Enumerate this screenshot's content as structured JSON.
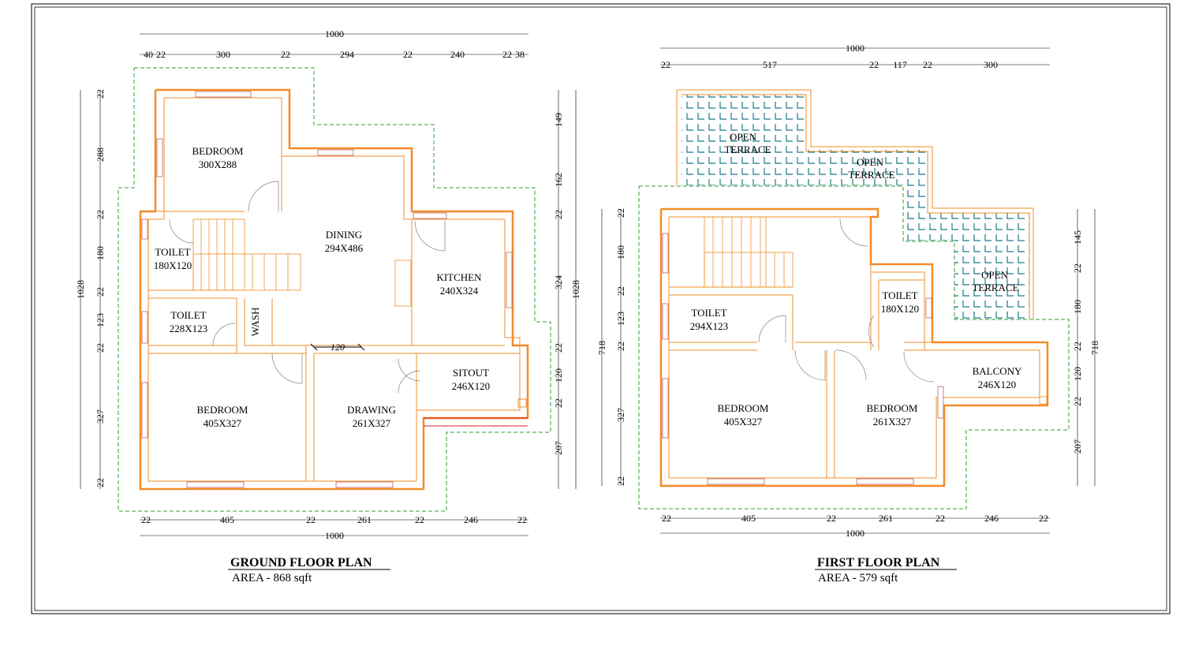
{
  "colors": {
    "wall": "#f28c28",
    "dim": "#000000",
    "plot": "#2e9e2e",
    "tile": "#1a7a8a",
    "red": "#d02020"
  },
  "ground": {
    "title": "GROUND FLOOR PLAN",
    "area": "AREA - 868 sqft",
    "rooms": {
      "bedroom_top": {
        "name": "BEDROOM",
        "size": "300X288"
      },
      "dining": {
        "name": "DINING",
        "size": "294X486"
      },
      "toilet1": {
        "name": "TOILET",
        "size": "180X120"
      },
      "toilet2": {
        "name": "TOILET",
        "size": "228X123"
      },
      "wash": {
        "name": "WASH"
      },
      "kitchen": {
        "name": "KITCHEN",
        "size": "240X324"
      },
      "sitout": {
        "name": "SITOUT",
        "size": "246X120"
      },
      "bedroom_bottom": {
        "name": "BEDROOM",
        "size": "405X327"
      },
      "drawing": {
        "name": "DRAWING",
        "size": "261X327"
      }
    },
    "passage": "120",
    "dims": {
      "top_total": "1000",
      "top": [
        "40",
        "22",
        "300",
        "22",
        "294",
        "22",
        "240",
        "22",
        "38"
      ],
      "bottom": [
        "22",
        "405",
        "22",
        "261",
        "22",
        "246",
        "22"
      ],
      "bottom_total": "1000",
      "left": [
        "22",
        "288",
        "22",
        "180",
        "22",
        "123",
        "22",
        "327",
        "22"
      ],
      "left_total": "1028",
      "right": [
        "149",
        "162",
        "22",
        "324",
        "22",
        "120",
        "22",
        "207"
      ],
      "right_total": "1028"
    }
  },
  "first": {
    "title": "FIRST FLOOR PLAN",
    "area": "AREA - 579 sqft",
    "rooms": {
      "terrace1": {
        "line1": "OPEN",
        "line2": "TERRACE"
      },
      "terrace2": {
        "line1": "OPEN",
        "line2": "TERRACE"
      },
      "terrace3": {
        "line1": "OPEN",
        "line2": "TERRACE"
      },
      "toilet_left": {
        "name": "TOILET",
        "size": "294X123"
      },
      "toilet_right": {
        "name": "TOILET",
        "size": "180X120"
      },
      "balcony": {
        "name": "BALCONY",
        "size": "246X120"
      },
      "bedroom_left": {
        "name": "BEDROOM",
        "size": "405X327"
      },
      "bedroom_right": {
        "name": "BEDROOM",
        "size": "261X327"
      }
    },
    "dims": {
      "top_total": "1000",
      "top": [
        "22",
        "517",
        "22",
        "117",
        "22",
        "300"
      ],
      "bottom": [
        "22",
        "405",
        "22",
        "261",
        "22",
        "246",
        "22"
      ],
      "bottom_total": "1000",
      "left": [
        "22",
        "180",
        "22",
        "123",
        "22",
        "327",
        "22"
      ],
      "left_total": "718",
      "right": [
        "145",
        "22",
        "180",
        "22",
        "120",
        "22",
        "207"
      ],
      "right_total": "718"
    }
  }
}
